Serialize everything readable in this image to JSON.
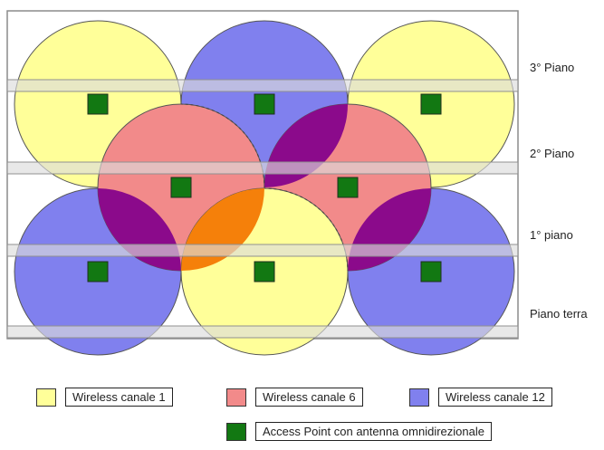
{
  "floors": [
    {
      "label": "3° Piano"
    },
    {
      "label": "2° Piano"
    },
    {
      "label": "1° piano"
    },
    {
      "label": "Piano terra"
    }
  ],
  "channels": [
    {
      "id": "ch1",
      "fill": "#ffff99"
    },
    {
      "id": "ch6",
      "fill": "#f28a8a"
    },
    {
      "id": "ch12",
      "fill": "#8080ee"
    }
  ],
  "overlap_colors": {
    "ch6_ch12": "#8b0a8b",
    "ch1_ch6": "#f5800a"
  },
  "access_point_color": "#127812",
  "legend": {
    "ch1": {
      "label": "Wireless canale 1",
      "color": "#ffff99"
    },
    "ch6": {
      "label": "Wireless canale 6",
      "color": "#f28a8a"
    },
    "ch12": {
      "label": "Wireless canale 12",
      "color": "#8080ee"
    },
    "ap": {
      "label": "Access Point con antenna omnidirezionale",
      "color": "#127812"
    }
  }
}
